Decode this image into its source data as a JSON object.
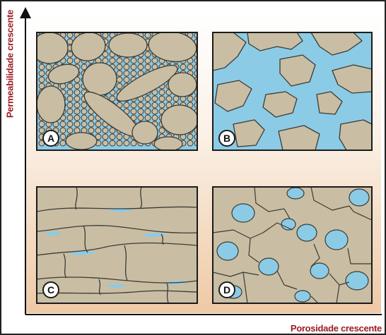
{
  "diagram": {
    "y_axis_label": "Permeabilidade crescente",
    "x_axis_label": "Porosidade crescente",
    "panels": [
      {
        "id": "A",
        "label": "A"
      },
      {
        "id": "B",
        "label": "B"
      },
      {
        "id": "C",
        "label": "C"
      },
      {
        "id": "D",
        "label": "D"
      }
    ],
    "colors": {
      "grain_fill": "#c9bea3",
      "grain_outline": "#3b3a36",
      "pore_water": "#8ccbe6",
      "axis_label": "#9b1c22",
      "background_top": "#ffffff",
      "background_bottom": "#eec9a6",
      "frame": "#222222"
    }
  }
}
